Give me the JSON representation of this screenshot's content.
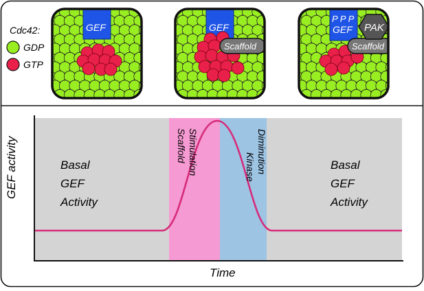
{
  "legend": {
    "title": "Cdc42:",
    "items": [
      {
        "label": "GDP",
        "color": "#99ee22"
      },
      {
        "label": "GTP",
        "color": "#e8204a"
      }
    ]
  },
  "cells": [
    {
      "gef_label": "GEF",
      "phospho_label": "",
      "scaffold_label": "",
      "pak_label": ""
    },
    {
      "gef_label": "GEF",
      "phospho_label": "",
      "scaffold_label": "Scaffold",
      "pak_label": ""
    },
    {
      "gef_label": "GEF",
      "phospho_label": "P P P",
      "scaffold_label": "Scaffold",
      "pak_label": "PAK"
    }
  ],
  "plot": {
    "ylabel": "GEF activity",
    "xlabel": "Time",
    "phases": [
      {
        "lines": [
          "Basal",
          "GEF",
          "Activity"
        ]
      },
      {
        "lines": [
          "Scaffold",
          "Stimulation"
        ]
      },
      {
        "lines": [
          "Kinase",
          "Diminution"
        ]
      },
      {
        "lines": [
          "Basal",
          "GEF",
          "Activity"
        ]
      }
    ]
  },
  "colors": {
    "gdp": "#99ee22",
    "gtp": "#e8204a",
    "gef": "#1f55e6",
    "basal_band": "#d4d4d4",
    "scaffold_band": "#f59ad2",
    "kinase_band": "#9ec4e4",
    "curve": "#d62b7a"
  }
}
